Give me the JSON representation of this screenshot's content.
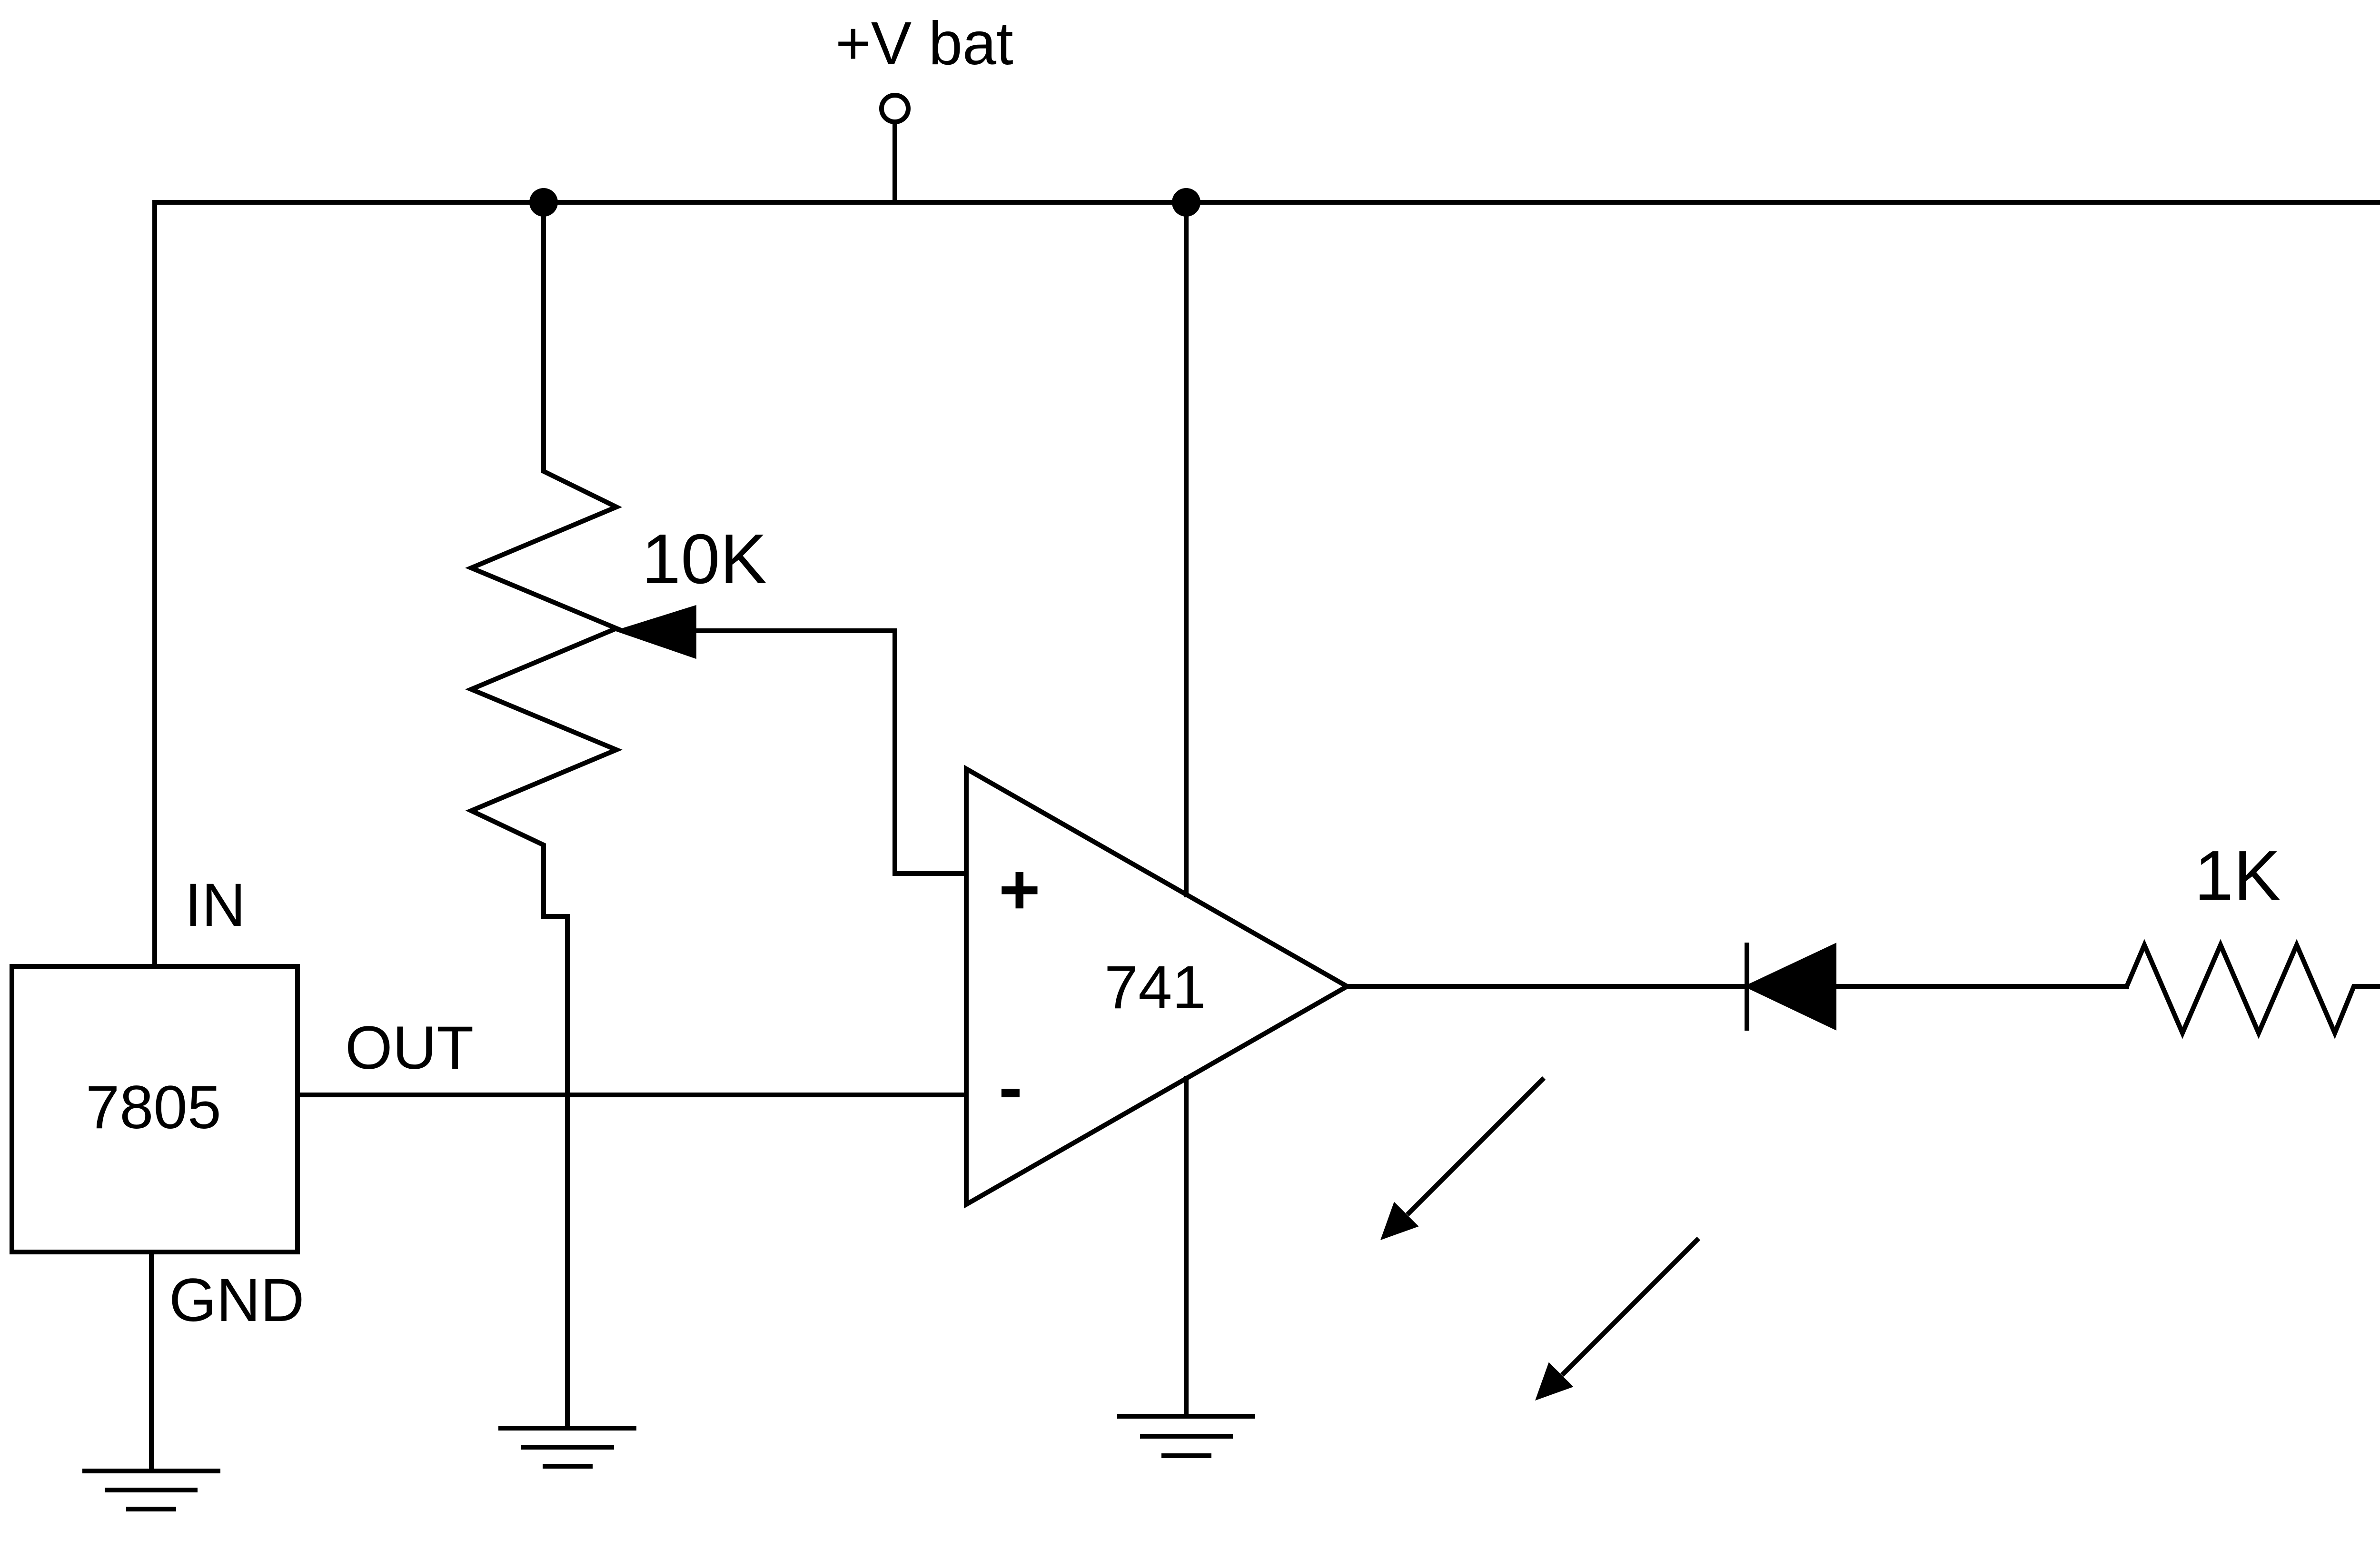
{
  "supply": {
    "label": "+V bat"
  },
  "regulator": {
    "part": "7805",
    "pin_in": "IN",
    "pin_out": "OUT",
    "pin_gnd": "GND"
  },
  "potentiometer": {
    "value": "10K"
  },
  "opamp": {
    "part": "741",
    "plus": "+",
    "minus": "-"
  },
  "resistor": {
    "value": "1K"
  },
  "diode": {
    "type": "LED"
  },
  "icons": [
    "node-dot",
    "ground-symbol",
    "light-emission-arrow",
    "supply-terminal"
  ]
}
